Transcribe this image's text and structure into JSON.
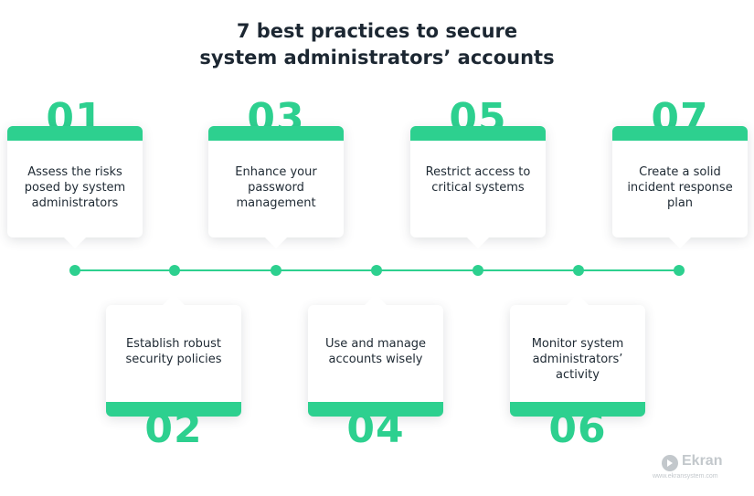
{
  "title": {
    "line1": "7 best practices to secure",
    "line2": "system administrators’ accounts"
  },
  "steps": [
    {
      "number": "01",
      "text": "Assess the risks posed by system administrators"
    },
    {
      "number": "02",
      "text": "Establish robust security policies"
    },
    {
      "number": "03",
      "text": "Enhance your password management"
    },
    {
      "number": "04",
      "text": "Use and manage accounts wisely"
    },
    {
      "number": "05",
      "text": "Restrict access to critical systems"
    },
    {
      "number": "06",
      "text": "Monitor system administrators’ activity"
    },
    {
      "number": "07",
      "text": "Create a solid incident response plan"
    }
  ],
  "logo": {
    "name": "Ekran",
    "url": "www.ekransystem.com",
    "icon": "ekran-logo-icon"
  },
  "colors": {
    "accent": "#2dd08f",
    "text": "#1e2933",
    "logo": "#c3c8cc"
  }
}
